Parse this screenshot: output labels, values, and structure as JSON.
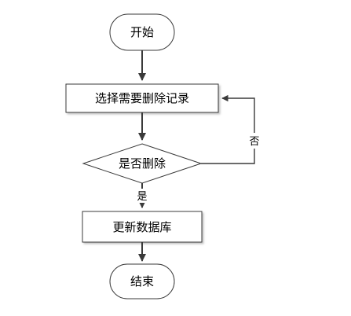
{
  "flowchart": {
    "nodes": {
      "start": {
        "label": "开始"
      },
      "select": {
        "label": "选择需要删除记录"
      },
      "decision": {
        "label": "是否删除"
      },
      "update": {
        "label": "更新数据库"
      },
      "end": {
        "label": "结束"
      }
    },
    "edges": {
      "yes": {
        "label": "是"
      },
      "no": {
        "label": "否"
      }
    }
  }
}
